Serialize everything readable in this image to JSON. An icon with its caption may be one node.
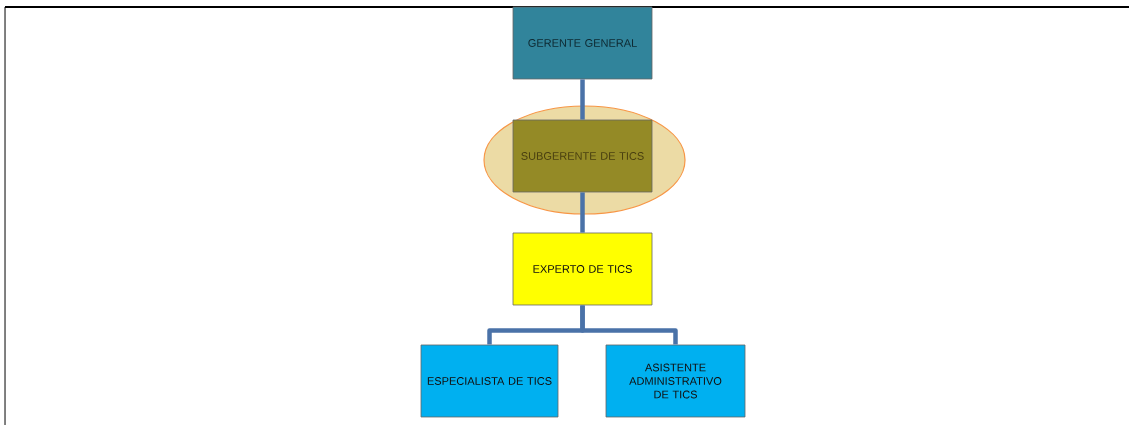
{
  "diagram": {
    "nodes": [
      {
        "text": [
          "GERENTE GENERAL"
        ]
      },
      {
        "text": [
          "SUBGERENTE DE TICS"
        ]
      },
      {
        "text": [
          "EXPERTO DE TICS"
        ]
      },
      {
        "text": [
          "ESPECIALISTA DE TICS"
        ]
      },
      {
        "text": [
          "ASISTENTE ADMINISTRATIVO DE TICS"
        ]
      }
    ],
    "edges": [
      {
        "from": 0,
        "to": 1,
        "arrow": "none"
      },
      {
        "from": 1,
        "to": 2,
        "arrow": "none"
      },
      {
        "from": 2,
        "to": 3,
        "arrow": "none"
      },
      {
        "from": 2,
        "to": 4,
        "arrow": "none"
      }
    ]
  }
}
